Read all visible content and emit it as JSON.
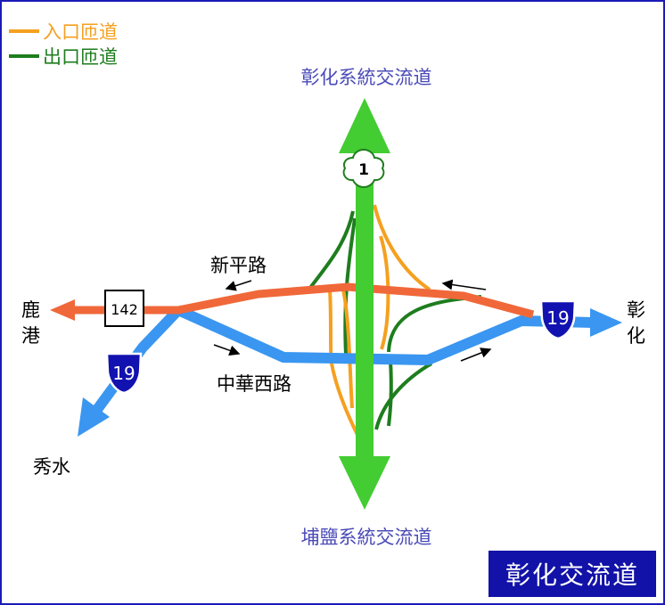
{
  "title": "彰化交流道",
  "legend": [
    {
      "label": "入口匝道",
      "color": "#f5a020"
    },
    {
      "label": "出口匝道",
      "color": "#1e7d1e"
    }
  ],
  "labels": {
    "north": "彰化系統交流道",
    "south": "埔鹽系統交流道",
    "west_line1": "鹿",
    "west_line2": "港",
    "east_line1": "彰",
    "east_line2": "化",
    "southwest": "秀水",
    "road_north": "新平路",
    "road_south": "中華西路"
  },
  "shields": {
    "freeway": "1",
    "provincial_east": "19",
    "provincial_sw": "19",
    "county": "142"
  },
  "colors": {
    "freeway": "#44cc33",
    "blue_road": "#3a96f0",
    "orange_road": "#f0683a",
    "label_blue": "#4a4ab8",
    "frame": "#1b1bb8",
    "shield_blue": "#1212b0"
  }
}
